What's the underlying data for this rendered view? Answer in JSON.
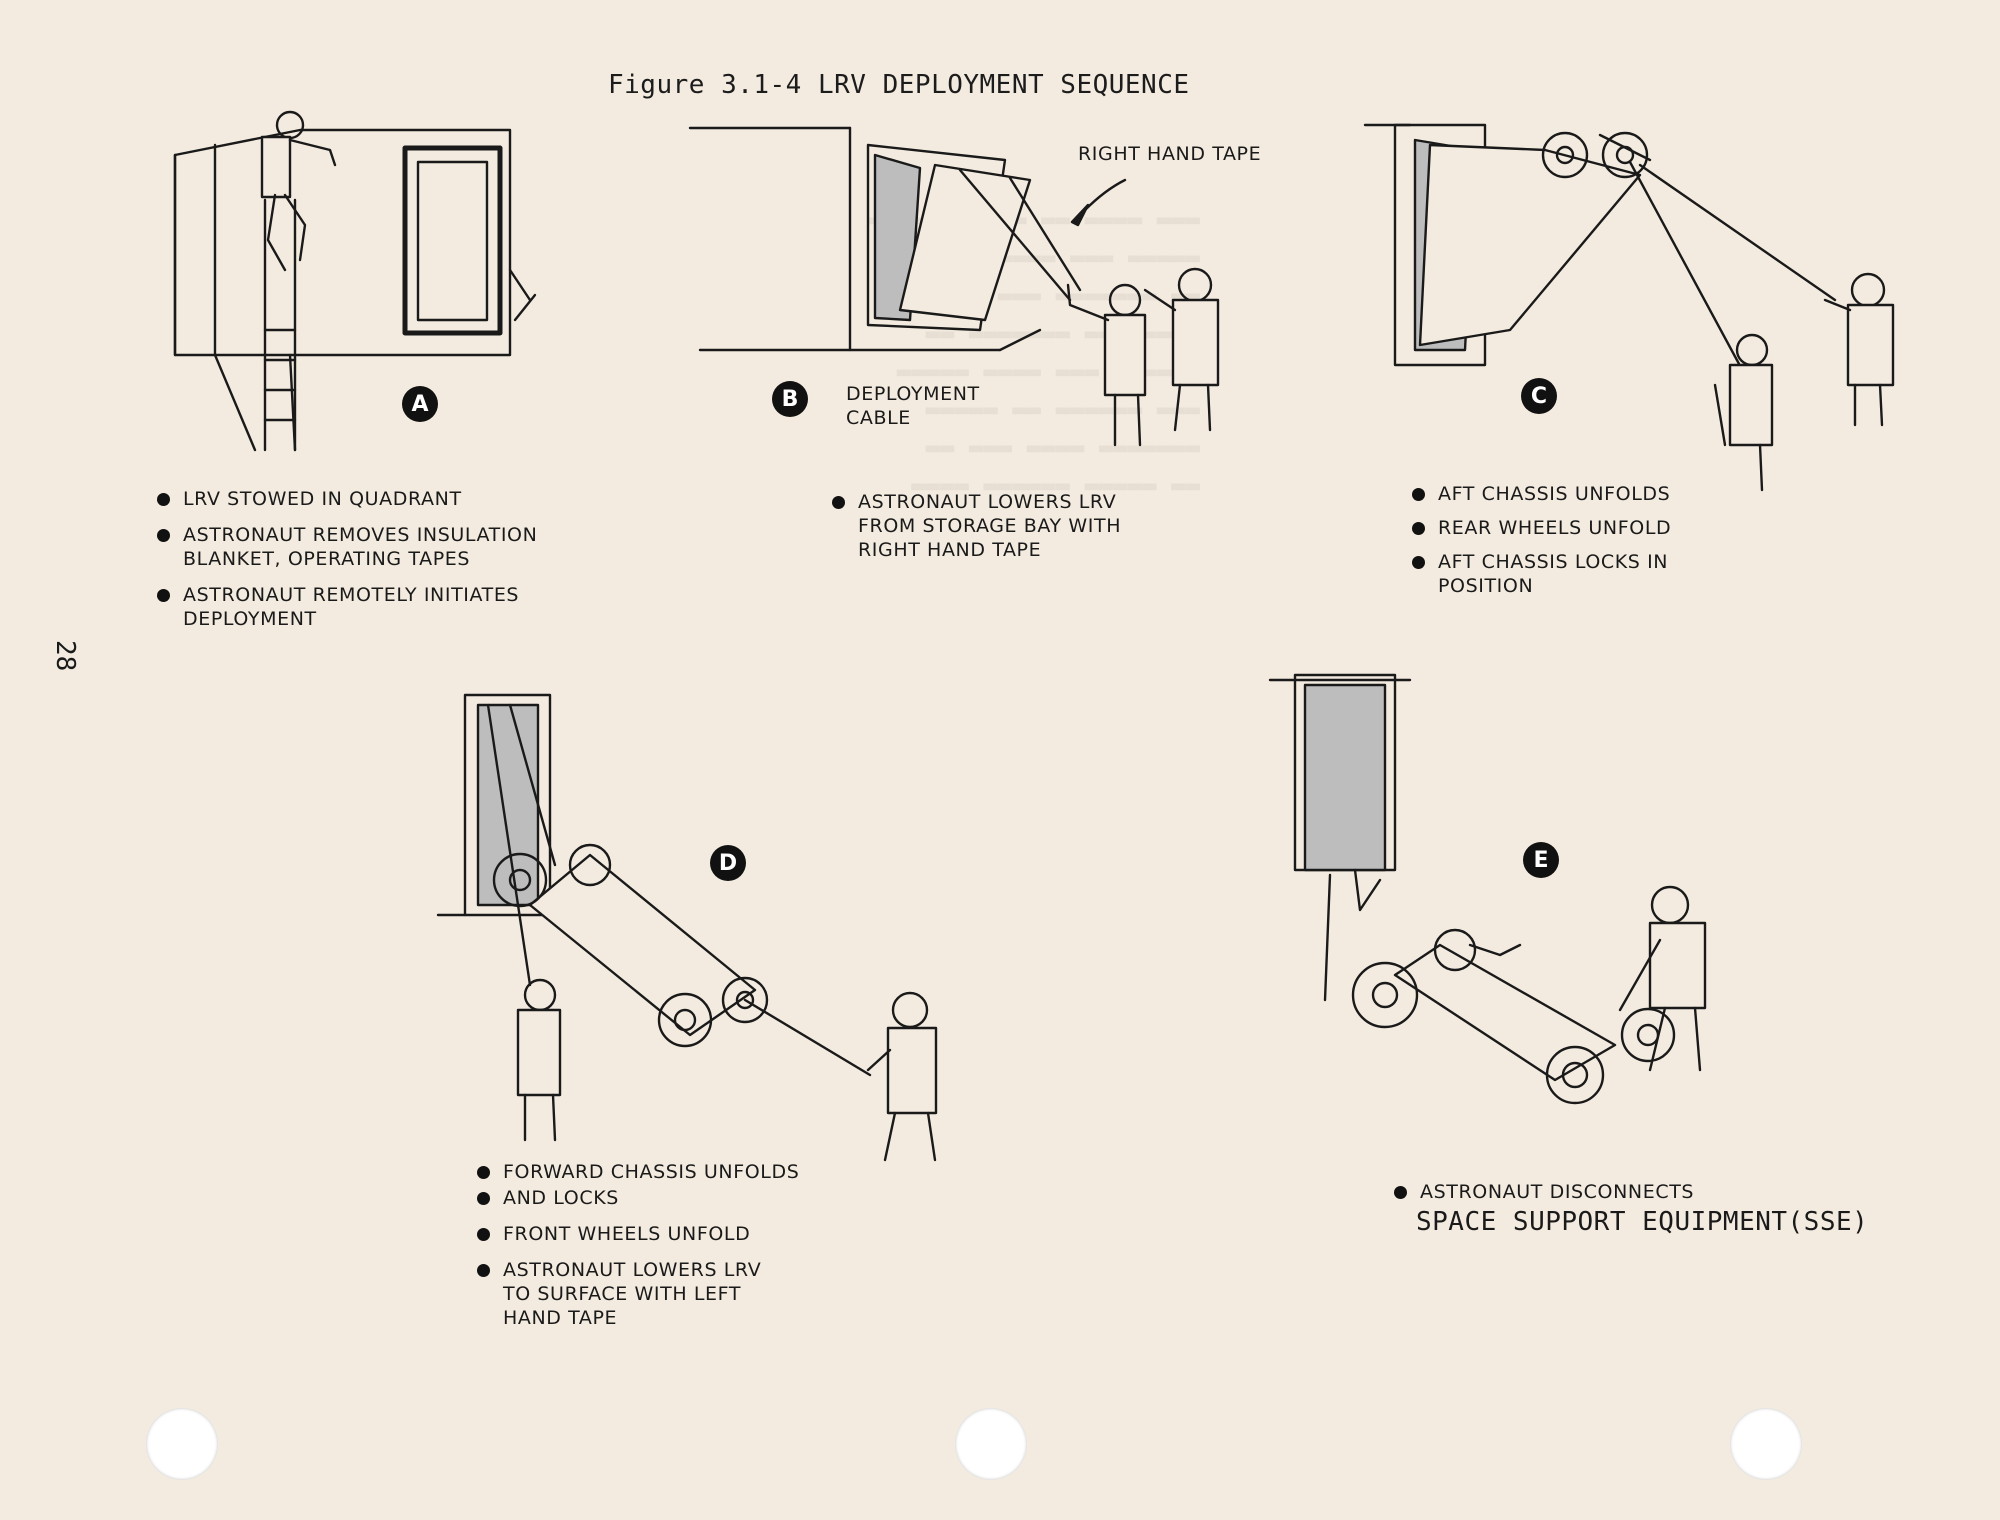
{
  "figure_title": "Figure 3.1-4  LRV DEPLOYMENT SEQUENCE",
  "page_number": "28",
  "panels": {
    "A": {
      "marker": "A",
      "bullets": [
        "LRV STOWED IN QUADRANT",
        "ASTRONAUT REMOVES INSULATION\nBLANKET, OPERATING TAPES",
        "ASTRONAUT REMOTELY INITIATES\nDEPLOYMENT"
      ]
    },
    "B": {
      "marker": "B",
      "callout_tape": "RIGHT HAND TAPE",
      "callout_cable": "DEPLOYMENT\nCABLE",
      "bullets": [
        "ASTRONAUT LOWERS LRV\nFROM STORAGE BAY WITH\nRIGHT HAND TAPE"
      ]
    },
    "C": {
      "marker": "C",
      "bullets": [
        "AFT CHASSIS UNFOLDS",
        "REAR WHEELS UNFOLD",
        "AFT CHASSIS LOCKS IN\nPOSITION"
      ]
    },
    "D": {
      "marker": "D",
      "bullets": [
        "FORWARD CHASSIS UNFOLDS",
        "AND LOCKS",
        "FRONT WHEELS UNFOLD",
        "ASTRONAUT LOWERS LRV\nTO SURFACE WITH LEFT\nHAND TAPE"
      ]
    },
    "E": {
      "marker": "E",
      "bullets": [
        "ASTRONAUT DISCONNECTS"
      ],
      "subtitle": "SPACE SUPPORT EQUIPMENT(SSE)"
    }
  }
}
